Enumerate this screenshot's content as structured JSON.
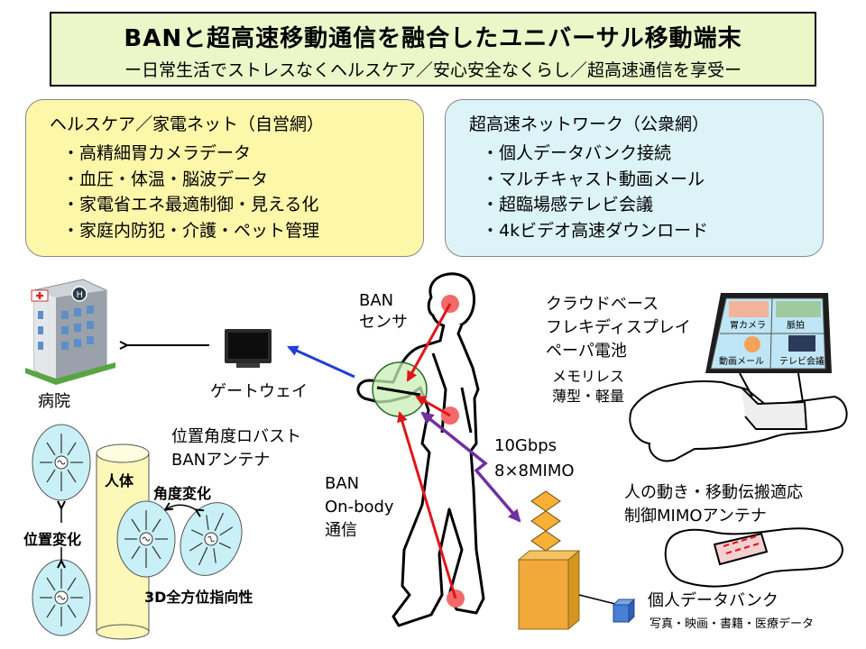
{
  "title": {
    "main": "BANと超高速移動通信を融合したユニバーサル移動端末",
    "sub": "ー日常生活でストレスなくヘルスケア／安心安全なくらし／超高速通信を享受ー"
  },
  "left_panel": {
    "heading": "ヘルスケア／家電ネット（自営網）",
    "items": [
      "・高精細胃カメラデータ",
      "・血圧・体温・脳波データ",
      "・家電省エネ最適制御・見える化",
      "・家庭内防犯・介護・ペット管理"
    ]
  },
  "right_panel": {
    "heading": "超高速ネットワーク（公衆網）",
    "items": [
      "・個人データバンク接続",
      "・マルチキャスト動画メール",
      "・超臨場感テレビ会議",
      "・4kビデオ高速ダウンロード"
    ]
  },
  "labels": {
    "hospital": "病院",
    "gateway": "ゲートウェイ",
    "ban_sensor": [
      "BAN",
      "センサ"
    ],
    "antenna_title": [
      "位置角度ロバスト",
      "BANアンテナ"
    ],
    "human_body": "人体",
    "angle_change": "角度変化",
    "position_change": "位置変化",
    "omni_3d": "3D全方位指向性",
    "ban_onbody": [
      "BAN",
      "On-body",
      "通信"
    ],
    "link_rate": [
      "10Gbps",
      "8×8MIMO"
    ],
    "display": [
      "クラウドベース",
      "フレキディスプレイ",
      "ペーパ電池"
    ],
    "display_sub": [
      "メモリレス",
      "薄型・軽量"
    ],
    "mimo_antenna": [
      "人の動き・移動伝搬適応",
      "制御MIMOアンテナ"
    ],
    "databank": "個人データバンク",
    "databank_sub": "写真・映画・書籍・医療データ",
    "screen_tiles": [
      "胃カメラ",
      "脈拍",
      "動画メール",
      "テレビ会議"
    ]
  },
  "colors": {
    "title_bg": "#ebf7c9",
    "left_panel_bg": "#fdf7a9",
    "right_panel_bg": "#dcf3f7",
    "link_blue": "#1f3fd8",
    "link_red": "#e0161b",
    "link_purple": "#7030a0"
  }
}
